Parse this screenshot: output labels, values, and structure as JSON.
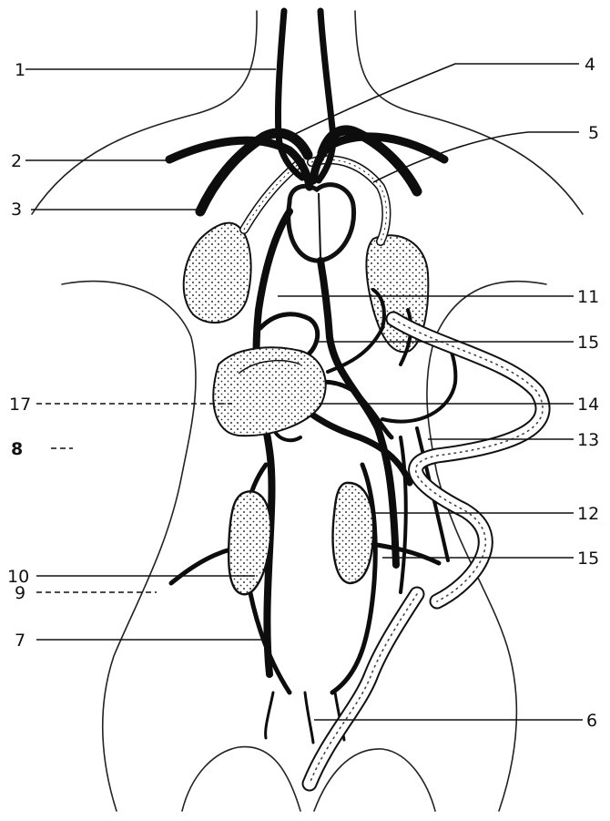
{
  "labels": {
    "l1": "1",
    "l2": "2",
    "l3": "3",
    "l4": "4",
    "l5": "5",
    "l6": "6",
    "l7": "7",
    "l8": "8",
    "l9": "9",
    "l10": "10",
    "l11": "11",
    "l12": "12",
    "l13": "13",
    "l14": "14",
    "l15a": "15",
    "l15b": "15",
    "l17": "17"
  }
}
